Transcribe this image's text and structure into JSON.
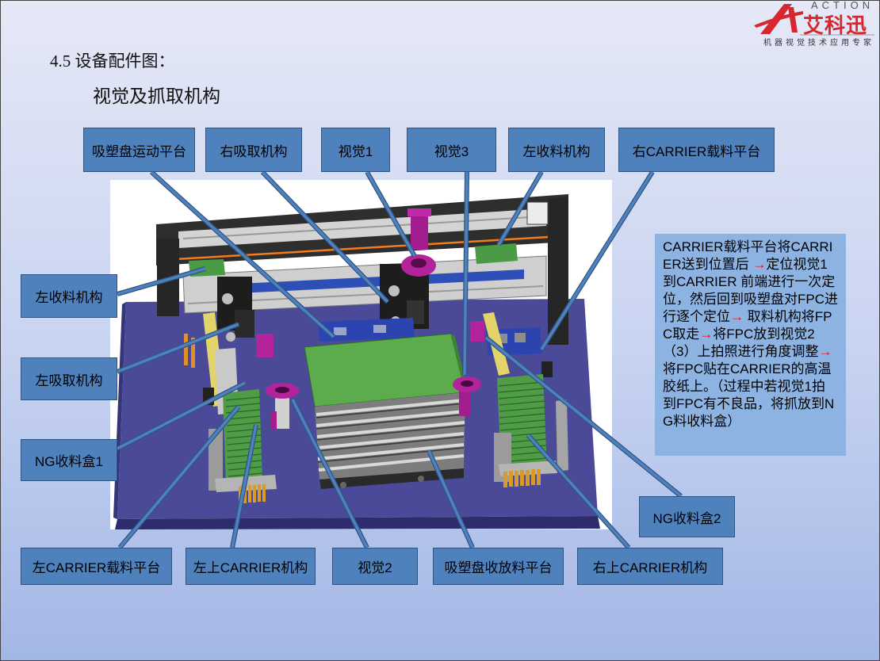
{
  "slide": {
    "section_title": "4.5 设备配件图：",
    "subtitle": "视觉及抓取机构"
  },
  "logo": {
    "wordmark": "ACTION",
    "brand_name": "艾科迅",
    "tagline": "机器视觉技术应用专家",
    "icon": "red-a-swoosh-logo-icon"
  },
  "callouts": {
    "top": [
      "吸塑盘运动平台",
      "右吸取机构",
      "视觉1",
      "视觉3",
      "左收料机构",
      "右CARRIER载料平台"
    ],
    "left": [
      "左收料机构",
      "左吸取机构",
      "NG收料盒1"
    ],
    "bottom": [
      "左CARRIER载料平台",
      "左上CARRIER机构",
      "视觉2",
      "吸塑盘收放料平台",
      "右上CARRIER机构"
    ],
    "right": [
      "NG收料盒2"
    ]
  },
  "description": {
    "parts": [
      "CARRIER载料平台将CARRIER送到位置后 ",
      "→",
      "定位视觉1到CARRIER 前端进行一次定位，然后回到吸塑盘对FPC进行逐个定位",
      "→",
      " 取料机构将FPC取走",
      "→",
      "将FPC放到视觉2（3）上拍照进行角度调整",
      "→",
      "将FPC贴在CARRIER的高温胶纸上。（过程中若视觉1拍到FPC有不良品，将抓放到NG料收料盒）"
    ]
  },
  "colors": {
    "callout_fill": "#4f81bd",
    "callout_border": "#2f5485",
    "description_fill": "#8db3e2",
    "arrow": "#ff0000",
    "brand_red": "#d7262e",
    "background_top": "#e5e8f6",
    "background_bottom": "#a3b7e6"
  }
}
